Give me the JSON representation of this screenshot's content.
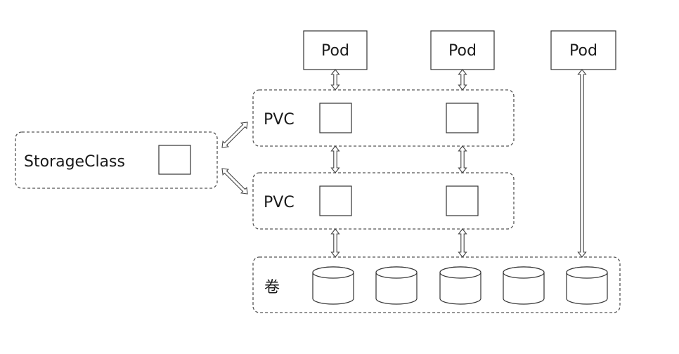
{
  "storage_class": {
    "label": "StorageClass"
  },
  "pvcs": [
    {
      "label": "PVC"
    },
    {
      "label": "PVC"
    }
  ],
  "pods": [
    {
      "label": "Pod"
    },
    {
      "label": "Pod"
    },
    {
      "label": "Pod"
    }
  ],
  "volume_group": {
    "label": "卷",
    "volume_count": 5
  },
  "colors": {
    "stroke": "#333333",
    "background": "#ffffff"
  }
}
